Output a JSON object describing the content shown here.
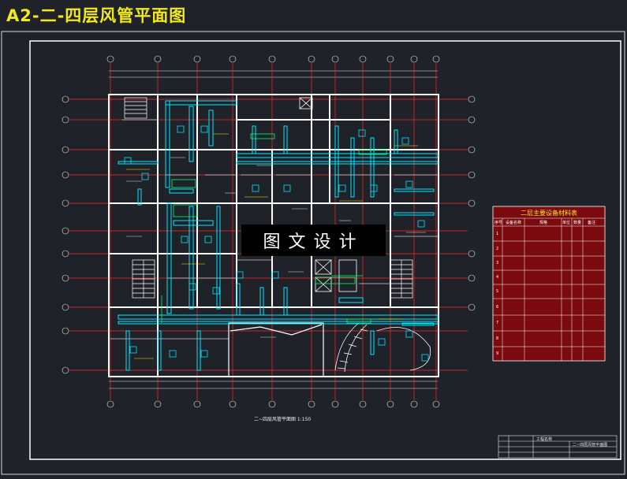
{
  "title": "A2-二-四层风管平面图",
  "watermark": "图文设计",
  "plan_caption": "二~四层风管平面图 1:150",
  "legend": {
    "title": "二层主要设备材料表",
    "headers": [
      "序号",
      "设备名称",
      "规格",
      "单位",
      "数量",
      "备注"
    ],
    "row_numbers": [
      "1",
      "2",
      "3",
      "4",
      "5",
      "6",
      "7",
      "8",
      "9"
    ]
  },
  "title_block": {
    "project": "工程名称",
    "drawing": "二~四层风管平面图"
  },
  "colors": {
    "background": "#1f2229",
    "frame": "#ffffff",
    "ducts": "#00e5ff",
    "grid_lines": "#ff2a2a",
    "walls": "#ffffff",
    "equipment": "#00ff66",
    "legend_bg": "#7a0a0e",
    "title_color": "#f2ea18"
  }
}
